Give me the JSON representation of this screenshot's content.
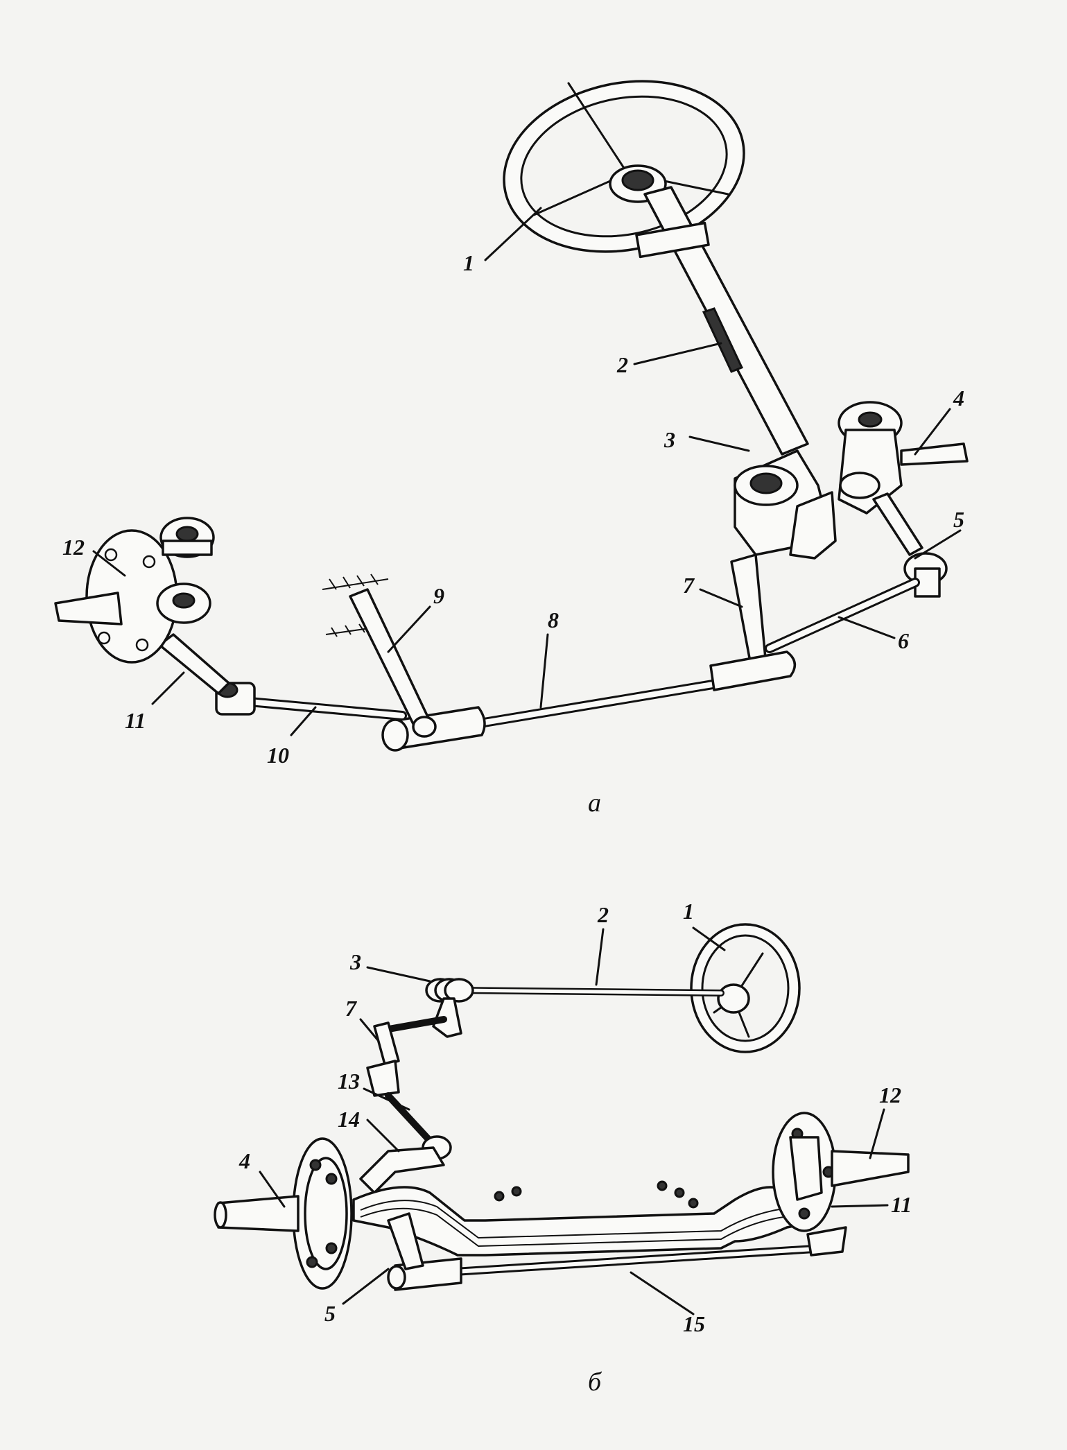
{
  "figure_a": {
    "caption": "a",
    "labels": {
      "1": "1",
      "2": "2",
      "3": "3",
      "4": "4",
      "5": "5",
      "6": "6",
      "7": "7",
      "8": "8",
      "9": "9",
      "10": "10",
      "11": "11",
      "12": "12"
    }
  },
  "figure_b": {
    "caption": "б",
    "labels": {
      "1": "1",
      "2": "2",
      "3": "3",
      "4": "4",
      "5": "5",
      "7": "7",
      "11": "11",
      "12": "12",
      "13": "13",
      "14": "14",
      "15": "15"
    }
  },
  "colors": {
    "ink": "#111111",
    "paper": "#f4f4f2"
  }
}
